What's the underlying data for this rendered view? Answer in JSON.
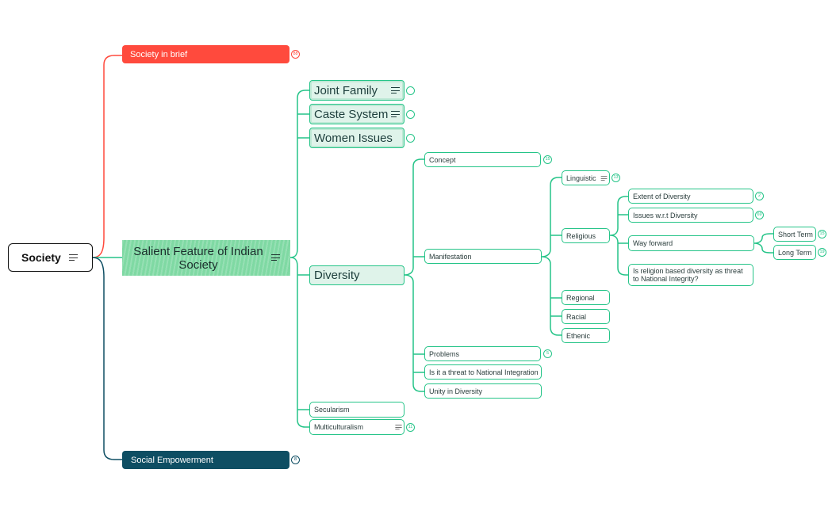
{
  "root": {
    "label": "Society"
  },
  "branches": {
    "society_in_brief": {
      "label": "Society in brief",
      "badge": "88"
    },
    "salient": {
      "label": "Salient Feature of Indian Society"
    },
    "social_empowerment": {
      "label": "Social Empowerment",
      "badge": "8"
    }
  },
  "salient_children": {
    "joint_family": {
      "label": "Joint Family"
    },
    "caste_system": {
      "label": "Caste System"
    },
    "women_issues": {
      "label": "Women Issues"
    },
    "diversity": {
      "label": "Diversity"
    },
    "secularism": {
      "label": "Secularism"
    },
    "multiculturalism": {
      "label": "Multiculturalism",
      "badge": "11"
    }
  },
  "diversity_children": {
    "concept": {
      "label": "Concept",
      "badge": "15"
    },
    "manifestation": {
      "label": "Manifestation"
    },
    "problems": {
      "label": "Problems",
      "badge": "5"
    },
    "threat": {
      "label": "Is it a threat to National Integration"
    },
    "unity": {
      "label": "Unity in Diversity"
    }
  },
  "manifestation_children": {
    "linguistic": {
      "label": "Linguistic",
      "badge": "13"
    },
    "religious": {
      "label": "Religious"
    },
    "regional": {
      "label": "Regional"
    },
    "racial": {
      "label": "Racial"
    },
    "ethenic": {
      "label": "Ethenic"
    }
  },
  "religious_children": {
    "extent": {
      "label": "Extent of Diversity",
      "badge": "2"
    },
    "issues": {
      "label": "Issues w.r.t Diversity",
      "badge": "69"
    },
    "way_forward": {
      "label": "Way forward"
    },
    "threat_integrity": {
      "label": "Is religion based diversity as threat to National Integrity?"
    }
  },
  "way_forward_children": {
    "short_term": {
      "label": "Short Term",
      "badge": "15"
    },
    "long_term": {
      "label": "Long Term",
      "badge": "19"
    }
  },
  "colors": {
    "green": "#25c488",
    "red": "#ff4a3d",
    "teal": "#0e4e63",
    "root_border": "#111111",
    "salient_fill": "#7fd9a3",
    "big_fill": "#dff3ea"
  },
  "icons": {
    "notes": "notes-icon",
    "collapse": "collapse-circle-icon"
  }
}
